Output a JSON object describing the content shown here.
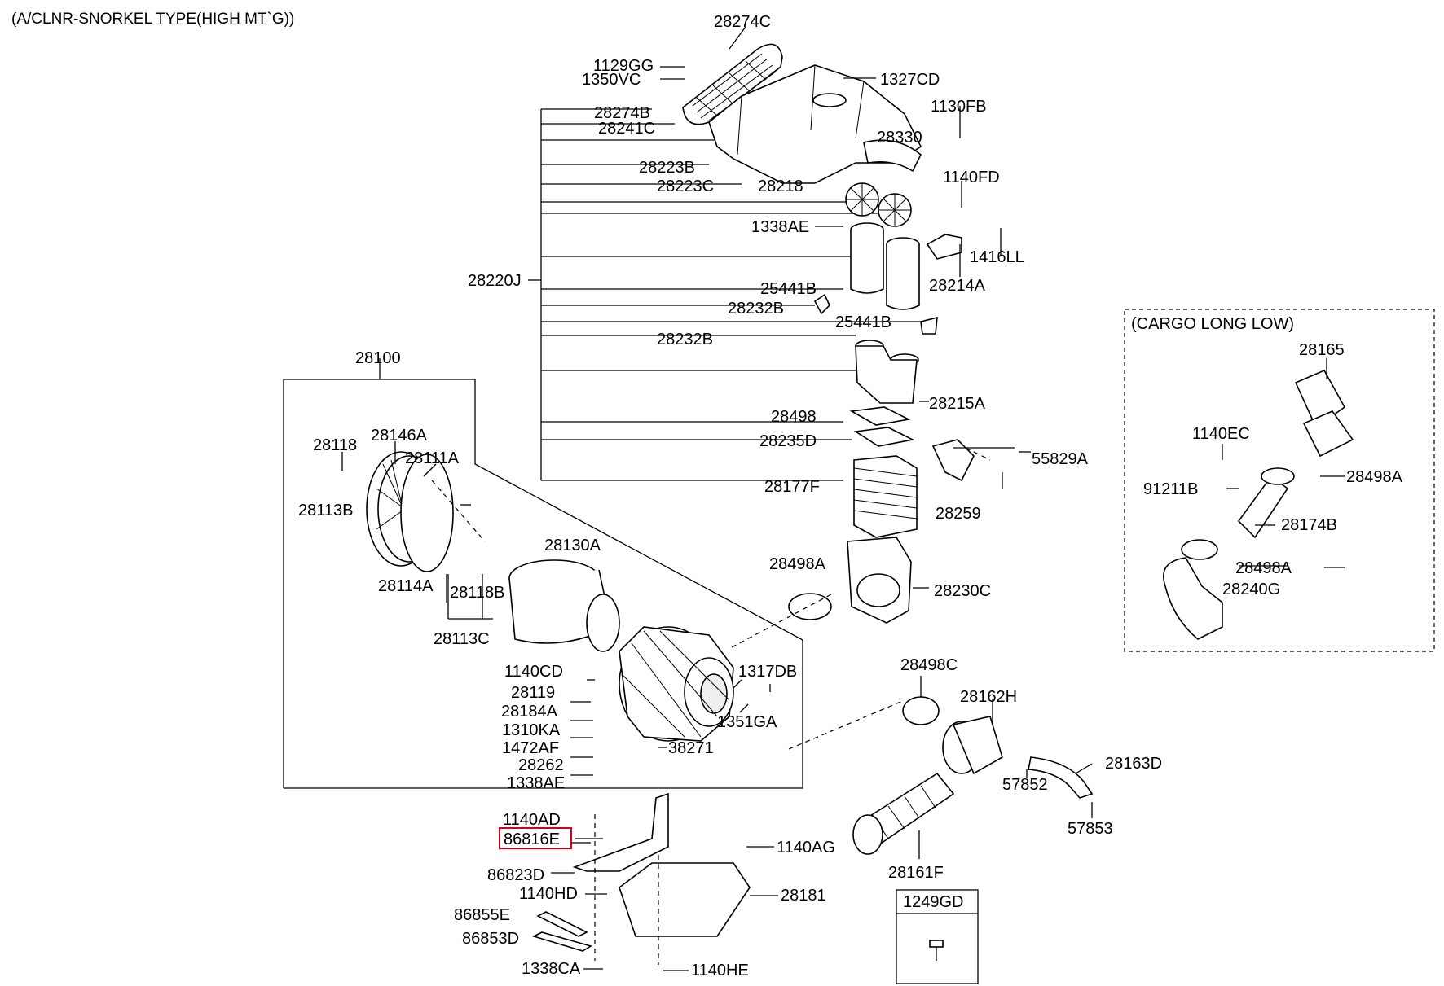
{
  "title": "(A/CLNR-SNORKEL TYPE(HIGH MT`G))",
  "inset_title": "(CARGO LONG LOW)",
  "small_box_label": "1249GD",
  "highlight_color": "#d0021b",
  "highlighted_part": "86816E",
  "labels": {
    "p28274C": "28274C",
    "p1129GG": "1129GG",
    "p1350VC": "1350VC",
    "p1327CD": "1327CD",
    "p1130FB": "1130FB",
    "p28274B": "28274B",
    "p28241C": "28241C",
    "p28330": "28330",
    "p28223B": "28223B",
    "p28223C": "28223C",
    "p28218": "28218",
    "p1140FD": "1140FD",
    "p1338AE_top": "1338AE",
    "p1416LL": "1416LL",
    "p28220J": "28220J",
    "p25441B_a": "25441B",
    "p28214A": "28214A",
    "p28232B_a": "28232B",
    "p25441B_b": "25441B",
    "p28232B_b": "28232B",
    "p28100": "28100",
    "p28498": "28498",
    "p28215A": "28215A",
    "p28118": "28118",
    "p28146A": "28146A",
    "p28111A": "28111A",
    "p28235D": "28235D",
    "p55829A": "55829A",
    "p28113B": "28113B",
    "p28177F": "28177F",
    "p28259": "28259",
    "p28130A": "28130A",
    "p28498A_mid": "28498A",
    "p28114A": "28114A",
    "p28118B": "28118B",
    "p28230C": "28230C",
    "p28113C": "28113C",
    "p28498C": "28498C",
    "p1140CD": "1140CD",
    "p1317DB": "1317DB",
    "p28162H": "28162H",
    "p28119": "28119",
    "p28184A": "28184A",
    "p1351GA": "1351GA",
    "p1310KA": "1310KA",
    "p1472AF": "1472AF",
    "p38271": "38271",
    "p28163D": "28163D",
    "p28262": "28262",
    "p57852": "57852",
    "p1338AE_bot": "1338AE",
    "p57853": "57853",
    "p1140AD": "1140AD",
    "p86816E": "86816E",
    "p1140AG": "1140AG",
    "p86823D": "86823D",
    "p28161F": "28161F",
    "p1140HD": "1140HD",
    "p28181": "28181",
    "p86855E": "86855E",
    "p86853D": "86853D",
    "p1338CA": "1338CA",
    "p1140HE": "1140HE",
    "p28165": "28165",
    "p1140EC": "1140EC",
    "p91211B": "91211B",
    "p28498A_r1": "28498A",
    "p28174B": "28174B",
    "p28498A_r2": "28498A",
    "p28240G": "28240G"
  }
}
